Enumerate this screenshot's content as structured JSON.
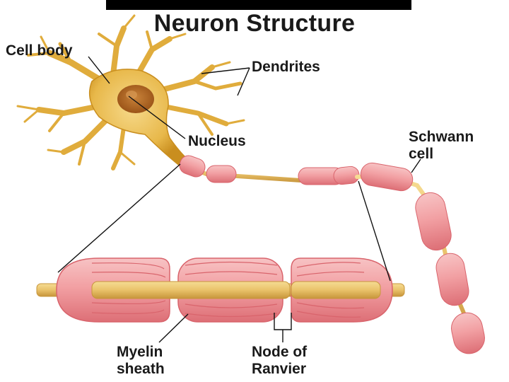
{
  "title": "Neuron Structure",
  "labels": {
    "cell_body": "Cell body",
    "dendrites": "Dendrites",
    "nucleus": "Nucleus",
    "schwann_line1": "Schwann",
    "schwann_line2": "cell",
    "myelin_line1": "Myelin",
    "myelin_line2": "sheath",
    "node_line1": "Node of",
    "node_line2": "Ranvier"
  },
  "colors": {
    "cell": "#e8b84a",
    "cell_dark": "#c98e1f",
    "nucleus": "#b5651d",
    "myelin": "#f2a0a3",
    "myelin_dark": "#d9646c",
    "axon": "#e9c26a",
    "leader": "#111111"
  }
}
